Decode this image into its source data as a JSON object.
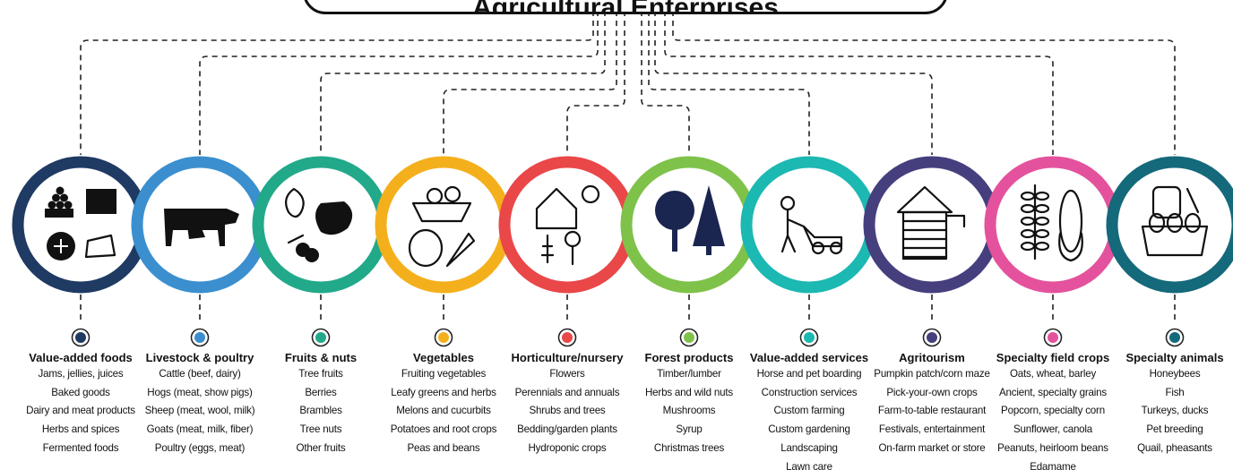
{
  "title": "Agricultural Enterprises",
  "categories": [
    {
      "name": "Value-added foods",
      "color": "#1f3a63",
      "icon": "value-added-foods-icon",
      "items": [
        "Jams, jellies, juices",
        "Baked goods",
        "Dairy and meat products",
        "Herbs and spices",
        "Fermented foods"
      ]
    },
    {
      "name": "Livestock & poultry",
      "color": "#3b8fcf",
      "icon": "cow-chicken-icon",
      "items": [
        "Cattle (beef, dairy)",
        "Hogs (meat, show pigs)",
        "Sheep (meat, wool, milk)",
        "Goats (meat, milk, fiber)",
        "Poultry (eggs, meat)"
      ]
    },
    {
      "name": "Fruits & nuts",
      "color": "#22a98a",
      "icon": "fruit-nut-icon",
      "items": [
        "Tree fruits",
        "Berries",
        "Brambles",
        "Tree nuts",
        "Other fruits"
      ]
    },
    {
      "name": "Vegetables",
      "color": "#f4b01c",
      "icon": "vegetable-basket-icon",
      "items": [
        "Fruiting vegetables",
        "Leafy greens and herbs",
        "Melons and cucurbits",
        "Potatoes and root crops",
        "Peas and beans"
      ]
    },
    {
      "name": "Horticulture/nursery",
      "color": "#ea4749",
      "icon": "greenhouse-icon",
      "items": [
        "Flowers",
        "Perennials and annuals",
        "Shrubs and trees",
        "Bedding/garden plants",
        "Hydroponic crops"
      ]
    },
    {
      "name": "Forest products",
      "color": "#7fc24a",
      "icon": "trees-icon",
      "items": [
        "Timber/lumber",
        "Herbs and wild nuts",
        "Mushrooms",
        "Syrup",
        "Christmas trees"
      ]
    },
    {
      "name": "Value-added services",
      "color": "#1cb8b2",
      "icon": "lawn-mower-icon",
      "items": [
        "Horse and pet boarding",
        "Construction services",
        "Custom farming",
        "Custom gardening",
        "Landscaping",
        "Lawn care"
      ]
    },
    {
      "name": "Agritourism",
      "color": "#463f7e",
      "icon": "farm-stand-icon",
      "items": [
        "Pumpkin patch/corn maze",
        "Pick-your-own crops",
        "Farm-to-table restaurant",
        "Festivals, entertainment",
        "On-farm market or store"
      ]
    },
    {
      "name": "Specialty field crops",
      "color": "#e4529d",
      "icon": "grain-corn-icon",
      "items": [
        "Oats, wheat, barley",
        "Ancient, specialty grains",
        "Popcorn, specialty corn",
        "Sunflower, canola",
        "Peanuts, heirloom beans",
        "Edamame"
      ]
    },
    {
      "name": "Specialty animals",
      "color": "#14697a",
      "icon": "honey-eggs-icon",
      "items": [
        "Honeybees",
        "Fish",
        "Turkeys, ducks",
        "Pet breeding",
        "Quail, pheasants"
      ]
    }
  ]
}
